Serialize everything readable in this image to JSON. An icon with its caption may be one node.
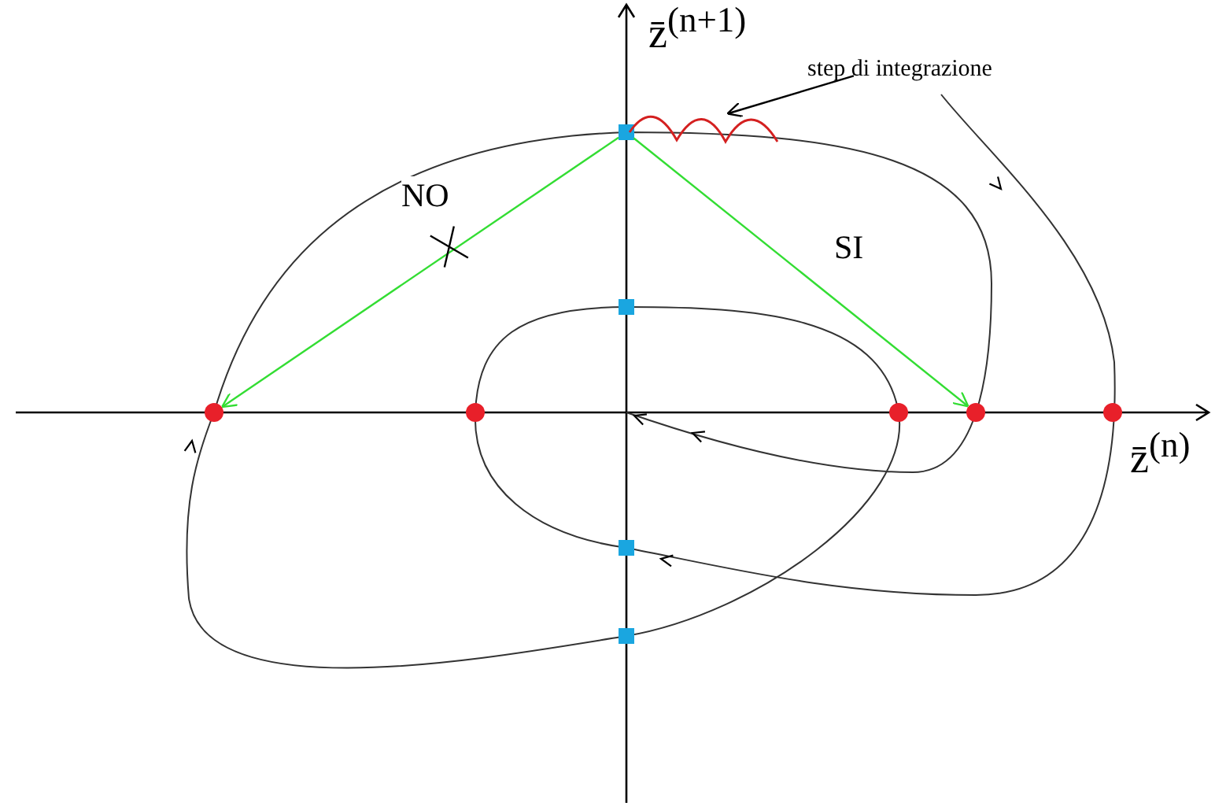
{
  "diagram": {
    "nodes": [
      {
        "text": [],
        "shape": "circle"
      },
      {
        "text": [],
        "shape": "circle"
      },
      {
        "text": [],
        "shape": "circle"
      },
      {
        "text": [],
        "shape": "circle"
      },
      {
        "text": [],
        "shape": "circle"
      },
      {
        "text": [],
        "shape": "box"
      },
      {
        "text": [],
        "shape": "box"
      },
      {
        "text": [],
        "shape": "box"
      },
      {
        "text": [],
        "shape": "box"
      },
      {
        "text": [
          "step di integrazione"
        ]
      },
      {
        "text": [],
        "shape": "curve"
      }
    ],
    "edges": [
      {
        "from": 5,
        "to": 0,
        "arrow": "to",
        "label": "NO",
        "color": "#33dd33"
      },
      {
        "from": 5,
        "to": 3,
        "arrow": "to",
        "label": "SI",
        "color": "#33dd33"
      },
      {
        "from": 9,
        "to": 10,
        "arrow": "to",
        "color": "#000000"
      }
    ],
    "labels": [
      "z̄$^{(n+1)}$",
      "z̄$^{(n)}$"
    ]
  }
}
